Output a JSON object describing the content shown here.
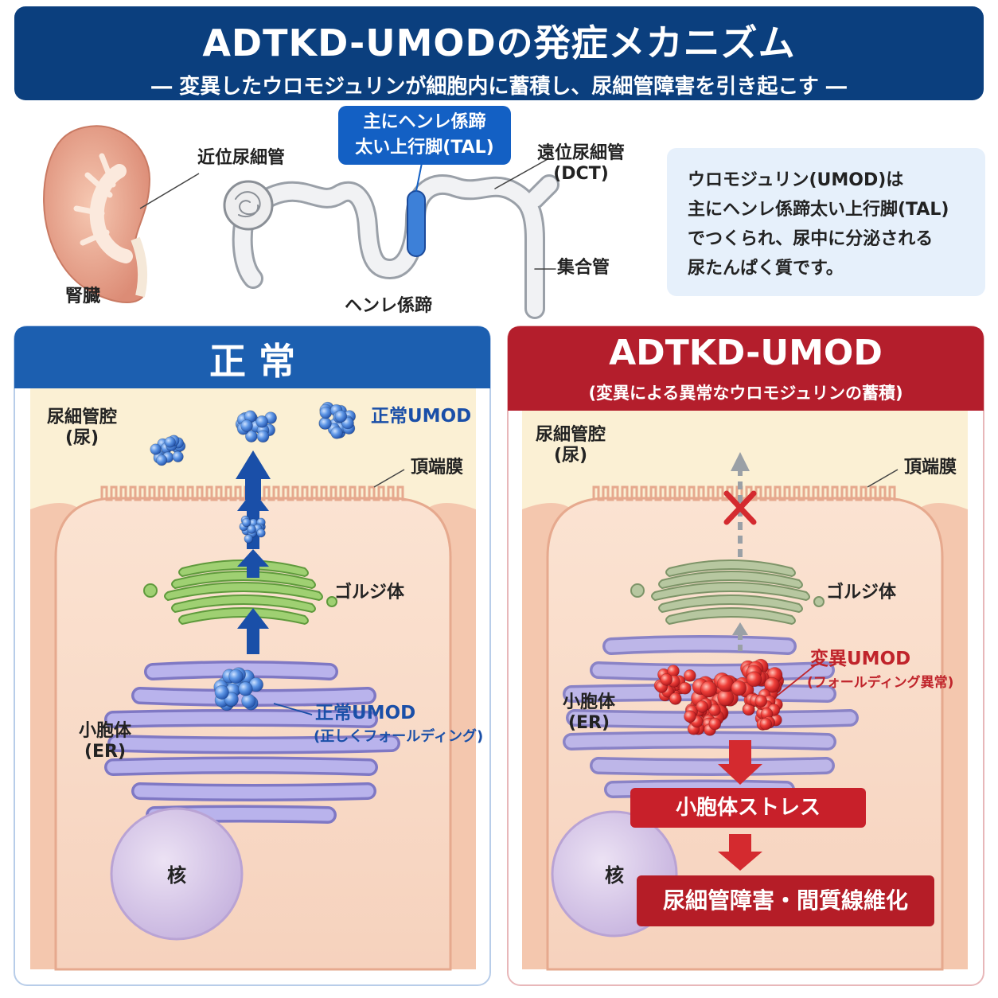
{
  "header": {
    "title": "ADTKD-UMODの発症メカニズム",
    "subtitle": "― 変異したウロモジュリンが細胞内に蓄積し、尿細管障害を引き起こす ―"
  },
  "nephron": {
    "kidney_label": "腎臓",
    "proximal_label": "近位尿細管",
    "tal_box_line1": "主にヘンレ係蹄",
    "tal_box_line2": "太い上行脚(TAL)",
    "dct_label_line1": "遠位尿細管",
    "dct_label_line2": "(DCT)",
    "collecting_label": "集合管",
    "loop_label": "ヘンレ係蹄"
  },
  "info_box": {
    "line1": "ウロモジュリン(UMOD)は",
    "line2": "主にヘンレ係蹄太い上行脚(TAL)",
    "line3": "でつくられ、尿中に分泌される",
    "line4": "尿たんぱく質です。"
  },
  "normal_panel": {
    "title": "正 常",
    "lumen_line1": "尿細管腔",
    "lumen_line2": "(尿)",
    "umod_label": "正常UMOD",
    "apical_label": "頂端膜",
    "golgi_label": "ゴルジ体",
    "er_line1": "小胞体",
    "er_line2": "(ER)",
    "er_umod_label": "正常UMOD",
    "er_umod_note": "(正しくフォールディング)",
    "nucleus_label": "核"
  },
  "disease_panel": {
    "title": "ADTKD-UMOD",
    "subtitle": "(変異による異常なウロモジュリンの蓄積)",
    "lumen_line1": "尿細管腔",
    "lumen_line2": "(尿)",
    "apical_label": "頂端膜",
    "golgi_label": "ゴルジ体",
    "mutant_label": "変異UMOD",
    "mutant_note": "(フォールディング異常)",
    "er_line1": "小胞体",
    "er_line2": "(ER)",
    "stress_label": "小胞体ストレス",
    "damage_label": "尿細管障害・間質線維化",
    "nucleus_label": "核"
  },
  "colors": {
    "header_blue": "#0b3f7e",
    "normal_blue": "#1c5fb0",
    "disease_red": "#b41e2c",
    "umod_blue": "#4a86d8",
    "umod_red": "#e3302c",
    "golgi_green": "#8cc063",
    "er_purple": "#9b96d8"
  }
}
